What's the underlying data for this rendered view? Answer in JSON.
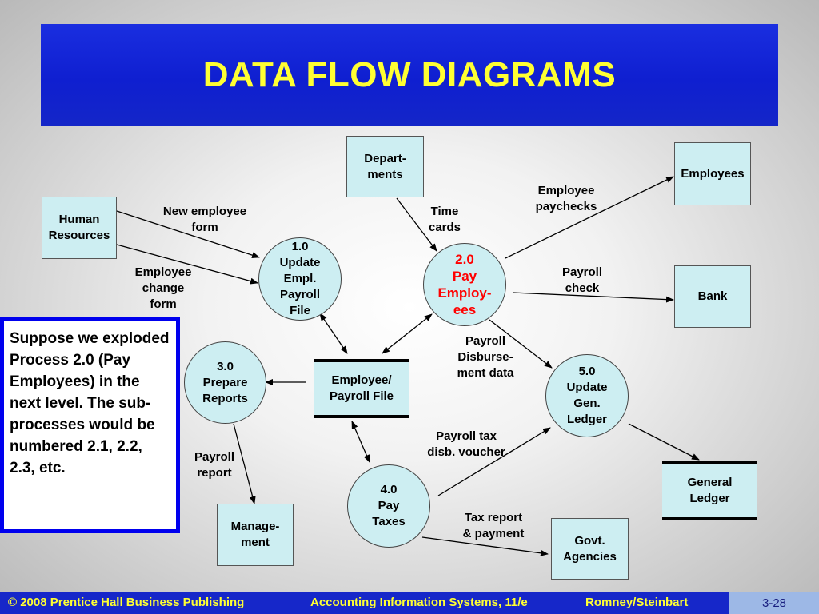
{
  "title": "DATA FLOW DIAGRAMS",
  "entities": {
    "human_resources": "Human\nResources",
    "departments": "Depart-\nments",
    "employees": "Employees",
    "bank": "Bank",
    "management": "Manage-\nment",
    "govt_agencies": "Govt.\nAgencies"
  },
  "processes": {
    "p1": "1.0\nUpdate\nEmpl.\nPayroll\nFile",
    "p2": "2.0\nPay\nEmploy-\nees",
    "p3": "3.0\nPrepare\nReports",
    "p4": "4.0\nPay\nTaxes",
    "p5": "5.0\nUpdate\nGen.\nLedger"
  },
  "stores": {
    "employee_payroll_file": "Employee/\nPayroll File",
    "general_ledger": "General\nLedger"
  },
  "flows": {
    "new_employee_form": "New employee\nform",
    "employee_change_form": "Employee\nchange\nform",
    "time_cards": "Time\ncards",
    "employee_paychecks": "Employee\npaychecks",
    "payroll_check": "Payroll\ncheck",
    "payroll_disbursement_data": "Payroll\nDisburse-\nment data",
    "payroll_report": "Payroll\nreport",
    "payroll_tax_disb_voucher": "Payroll tax\ndisb. voucher",
    "tax_report_payment": "Tax report\n& payment"
  },
  "note": "Suppose we exploded Process 2.0 (Pay Employees) in the next level. The sub-processes would be numbered 2.1, 2.2, 2.3, etc.",
  "footer": {
    "copyright": "© 2008 Prentice Hall Business Publishing",
    "book": "Accounting Information Systems, 11/e",
    "authors": "Romney/Steinbart",
    "page": "3-28"
  },
  "colors": {
    "title_bg": "#0f1fd0",
    "title_text": "#ffff33",
    "shape_fill": "#cdeef2",
    "highlight_process_text": "#ff0000",
    "note_border": "#0000ee",
    "footer_bg": "#1627c9",
    "page_badge_bg": "#9db8e6"
  }
}
